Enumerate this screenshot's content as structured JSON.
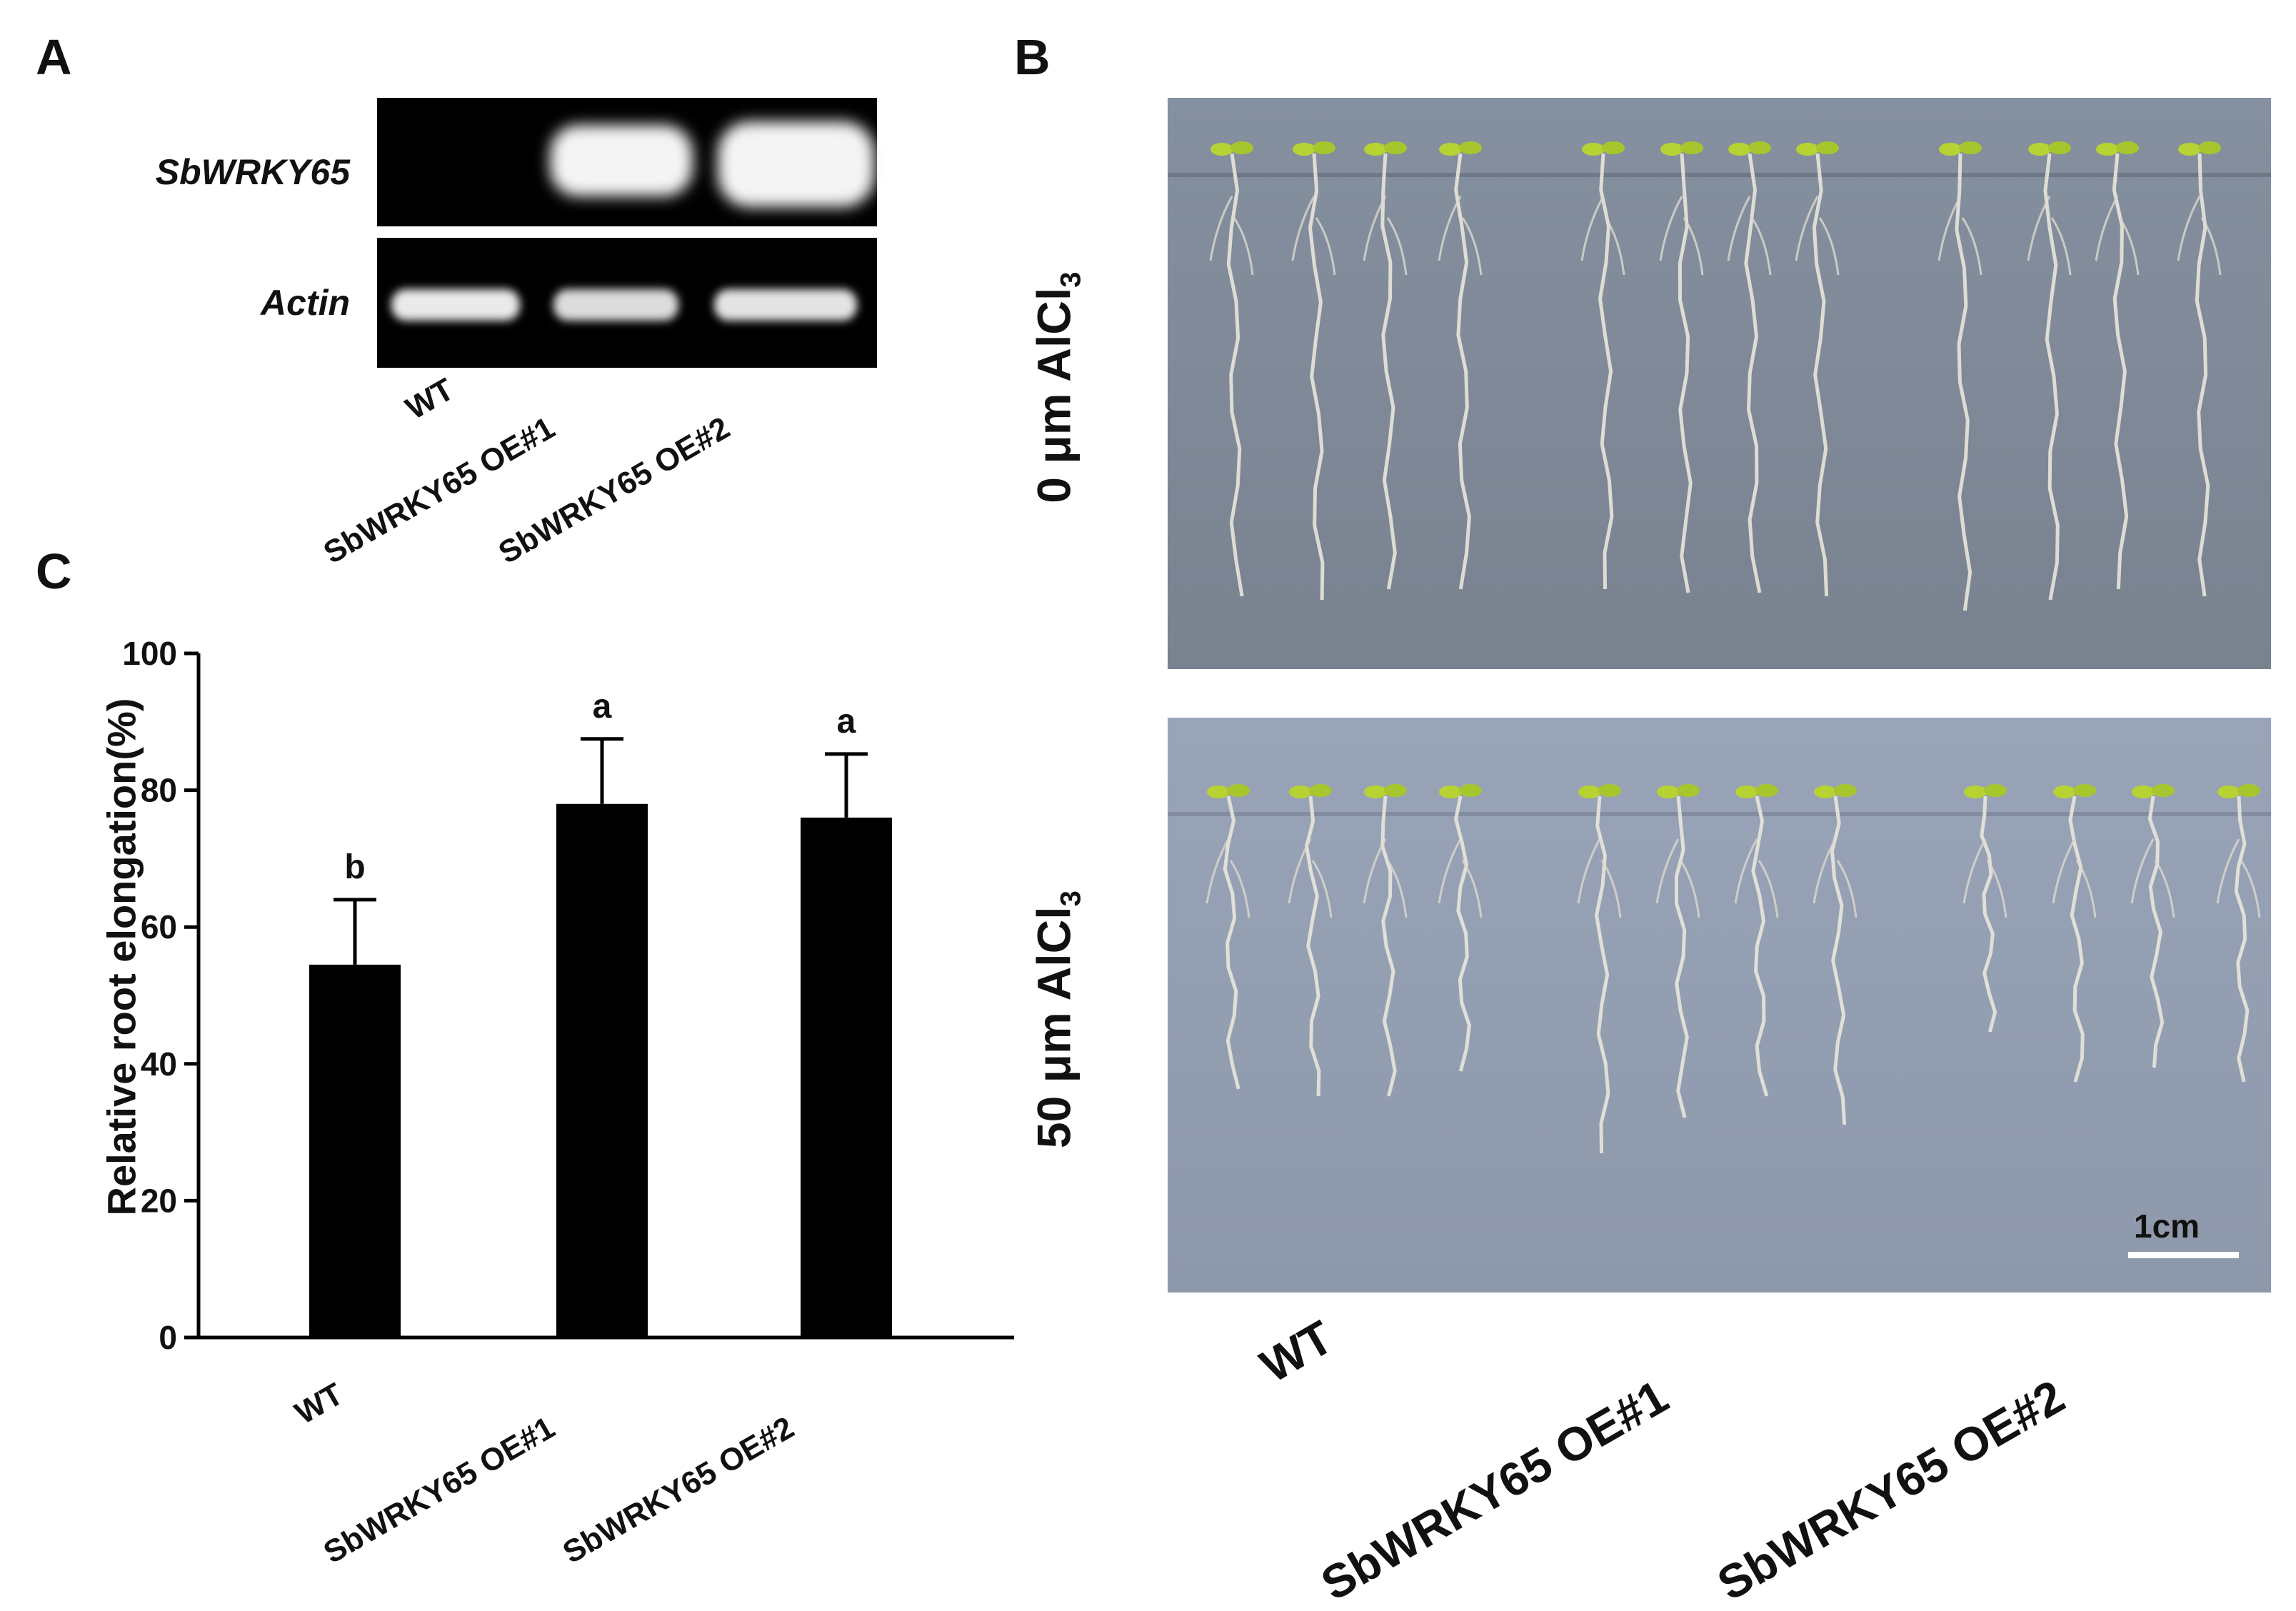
{
  "panels": {
    "a": {
      "letter": "A",
      "gel_labels": [
        "SbWRKY65",
        "Actin"
      ],
      "lanes": [
        "WT",
        "SbWRKY65 OE#1",
        "SbWRKY65 OE#2"
      ]
    },
    "b": {
      "letter": "B",
      "conditions": [
        "0 μm AlCl",
        "50 μm AlCl"
      ],
      "condition_subscript": "3",
      "scale_bar": "1cm",
      "lanes": [
        "WT",
        "SbWRKY65 OE#1",
        "SbWRKY65 OE#2"
      ]
    },
    "c": {
      "letter": "C"
    }
  },
  "chart_data": {
    "type": "bar",
    "categories": [
      "WT",
      "SbWRKY65 OE#1",
      "SbWRKY65 OE#2"
    ],
    "values": [
      54.5,
      78,
      76
    ],
    "errors": [
      9.5,
      9.5,
      9.3
    ],
    "significance": [
      "b",
      "a",
      "a"
    ],
    "ylabel": "Relative root elongation(%)",
    "ylim": [
      0,
      100
    ],
    "yticks": [
      "0",
      "20",
      "40",
      "60",
      "80",
      "100"
    ],
    "colors": {
      "bars": "#000000"
    }
  }
}
